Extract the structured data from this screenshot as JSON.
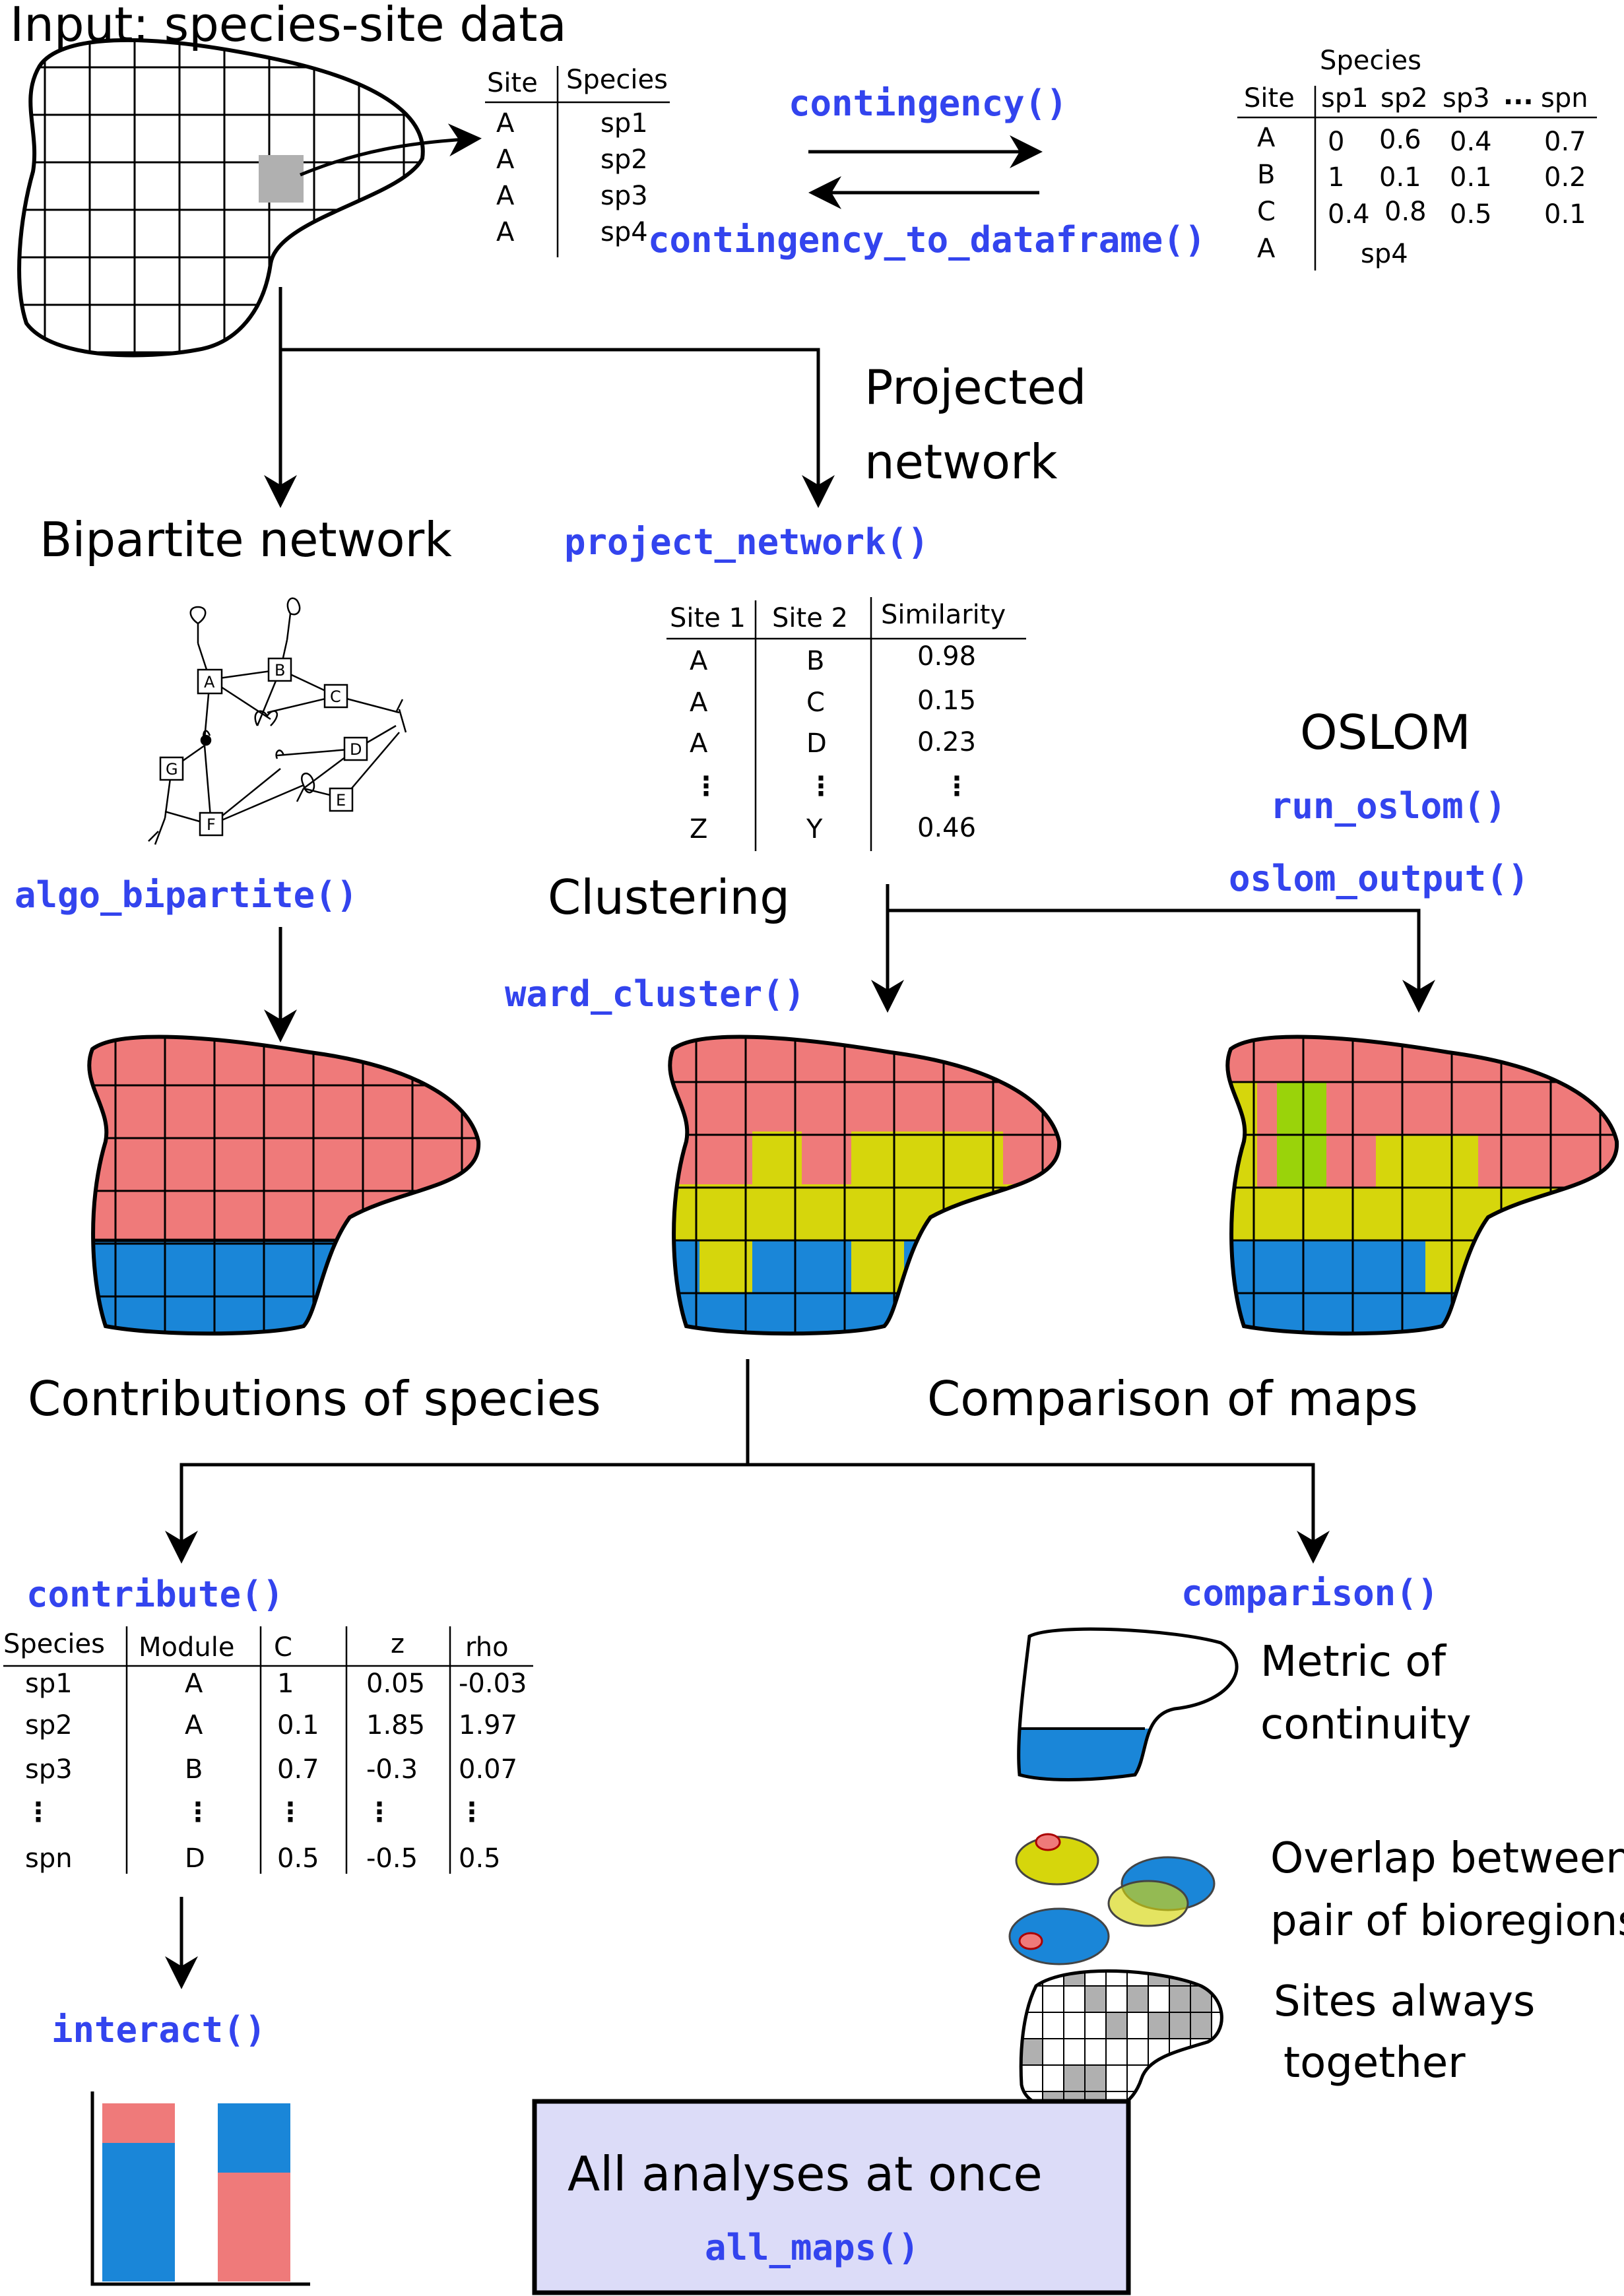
{
  "colors": {
    "function_text": "#3344ee",
    "red_region": "#ef7a7a",
    "yellow_region": "#d6d60c",
    "blue_region": "#1a86d8",
    "green_region": "#9ad30a",
    "grey_cell": "#b0b0b0",
    "box_fill": "#dcdcf8"
  },
  "input": {
    "title": "Input: species-site data",
    "table": {
      "headers": [
        "Site",
        "Species"
      ],
      "rows": [
        [
          "A",
          "sp1"
        ],
        [
          "A",
          "sp2"
        ],
        [
          "A",
          "sp3"
        ],
        [
          "A",
          "sp4"
        ]
      ]
    },
    "to_matrix_fn": "contingency()",
    "to_dataframe_fn": "contingency_to_dataframe()",
    "matrix": {
      "group_header": "Species",
      "row_header": "Site",
      "columns": [
        "sp1",
        "sp2",
        "sp3",
        "...",
        "spn"
      ],
      "rows": [
        {
          "site": "A",
          "values": [
            "0",
            "0.6",
            "0.4",
            "0.7"
          ]
        },
        {
          "site": "B",
          "values": [
            "1",
            "0.1",
            "0.1",
            "0.2"
          ]
        },
        {
          "site": "C",
          "values": [
            "0.4",
            "0.8",
            "0.5",
            "0.1"
          ]
        },
        {
          "site": "A",
          "values": [
            "sp4"
          ]
        }
      ]
    }
  },
  "bipartite": {
    "title": "Bipartite network",
    "fn": "algo_bipartite()",
    "nodes": [
      "A",
      "B",
      "C",
      "D",
      "E",
      "F",
      "G"
    ]
  },
  "projected": {
    "title_line1": "Projected",
    "title_line2": "network",
    "fn": "project_network()",
    "table": {
      "headers": [
        "Site 1",
        "Site 2",
        "Similarity"
      ],
      "rows": [
        [
          "A",
          "B",
          "0.98"
        ],
        [
          "A",
          "C",
          "0.15"
        ],
        [
          "A",
          "D",
          "0.23"
        ],
        [
          "⋮",
          "⋮",
          "⋮"
        ],
        [
          "Z",
          "Y",
          "0.46"
        ]
      ]
    }
  },
  "oslom": {
    "title": "OSLOM",
    "fn1": "run_oslom()",
    "fn2": "oslom_output()"
  },
  "clustering": {
    "title": "Clustering",
    "fn": "ward_cluster()"
  },
  "contributions": {
    "title": "Contributions of species",
    "fn": "contribute()",
    "table": {
      "headers": [
        "Species",
        "Module",
        "C",
        "z",
        "rho"
      ],
      "rows": [
        [
          "sp1",
          "A",
          "1",
          "0.05",
          "-0.03"
        ],
        [
          "sp2",
          "A",
          "0.1",
          "1.85",
          "1.97"
        ],
        [
          "sp3",
          "B",
          "0.7",
          "-0.3",
          "0.07"
        ],
        [
          "⋮",
          "⋮",
          "⋮",
          "⋮",
          "⋮"
        ],
        [
          "spn",
          "D",
          "0.5",
          "-0.5",
          "0.5"
        ]
      ]
    },
    "interact_fn": "interact()"
  },
  "comparison": {
    "title": "Comparison of maps",
    "fn": "comparison()",
    "items": [
      {
        "line1": "Metric of",
        "line2": "continuity"
      },
      {
        "line1": "Overlap between",
        "line2": "pair of bioregions"
      },
      {
        "line1": "Sites always",
        "line2": "together"
      }
    ]
  },
  "all_maps": {
    "title": "All analyses at once",
    "fn": "all_maps()"
  }
}
